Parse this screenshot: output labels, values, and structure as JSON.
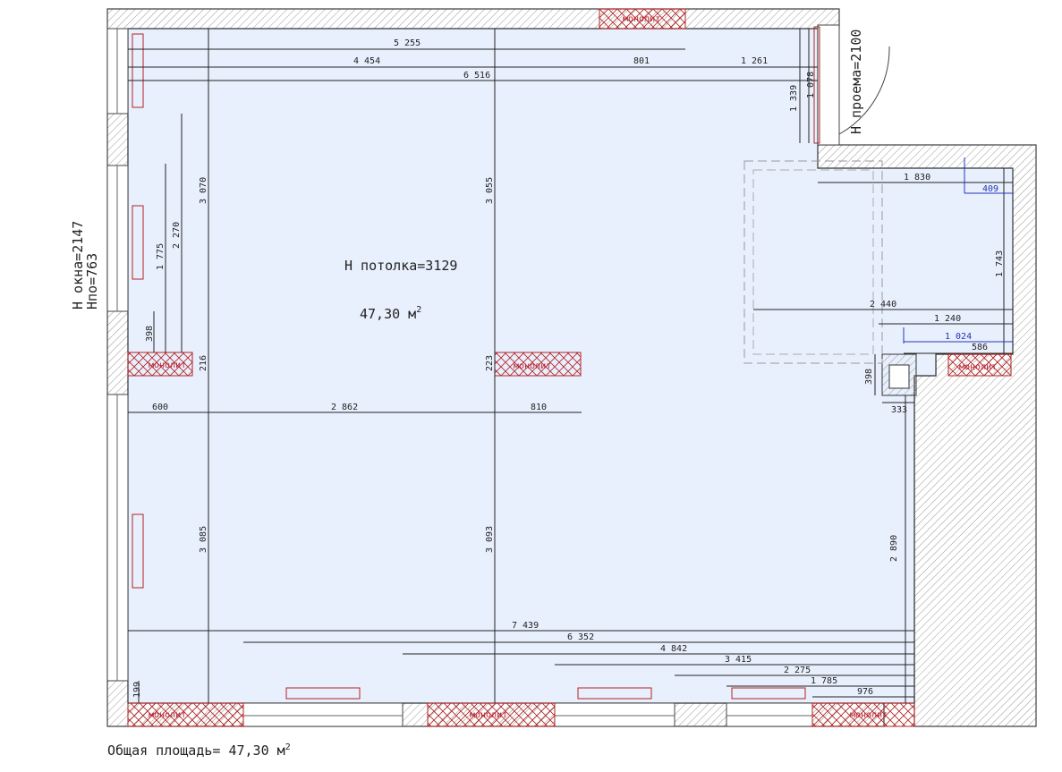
{
  "room": {
    "ceiling_label": "H потолка=3129",
    "area_value": "47,30 м",
    "area_sup": "2"
  },
  "window": {
    "line1": "H окна=2147",
    "line2": "Hпо=763"
  },
  "door": {
    "label": "H проема=2100"
  },
  "total_area": {
    "label": "Общая площадь= 47,30 м",
    "sup": "2"
  },
  "monolith_label": "монолит",
  "dimensions": {
    "d5255": "5 255",
    "d4454": "4 454",
    "d801": "801",
    "d1261": "1 261",
    "d6516": "6 516",
    "d1339": "1 339",
    "d1078": "1 078",
    "d3070": "3 070",
    "d3055": "3 055",
    "d2270": "2 270",
    "d1775": "1 775",
    "d398a": "398",
    "d216": "216",
    "d223": "223",
    "d600": "600",
    "d2862": "2 862",
    "d810": "810",
    "d1830": "1 830",
    "d409": "409",
    "d1743": "1 743",
    "d2440": "2 440",
    "d1240": "1 240",
    "d1024": "1 024",
    "d586": "586",
    "d398b": "398",
    "d333": "333",
    "d3085": "3 085",
    "d3093": "3 093",
    "d2890": "2 890",
    "d7439": "7 439",
    "d6352": "6 352",
    "d4842": "4 842",
    "d3415": "3 415",
    "d2275": "2 275",
    "d1785": "1 785",
    "d976": "976",
    "d199": "199"
  },
  "colors": {
    "floor": "#e9f0fd",
    "wall_hatch": "#888888",
    "monolith": "#b22222",
    "dim_blue": "#2233bb"
  }
}
